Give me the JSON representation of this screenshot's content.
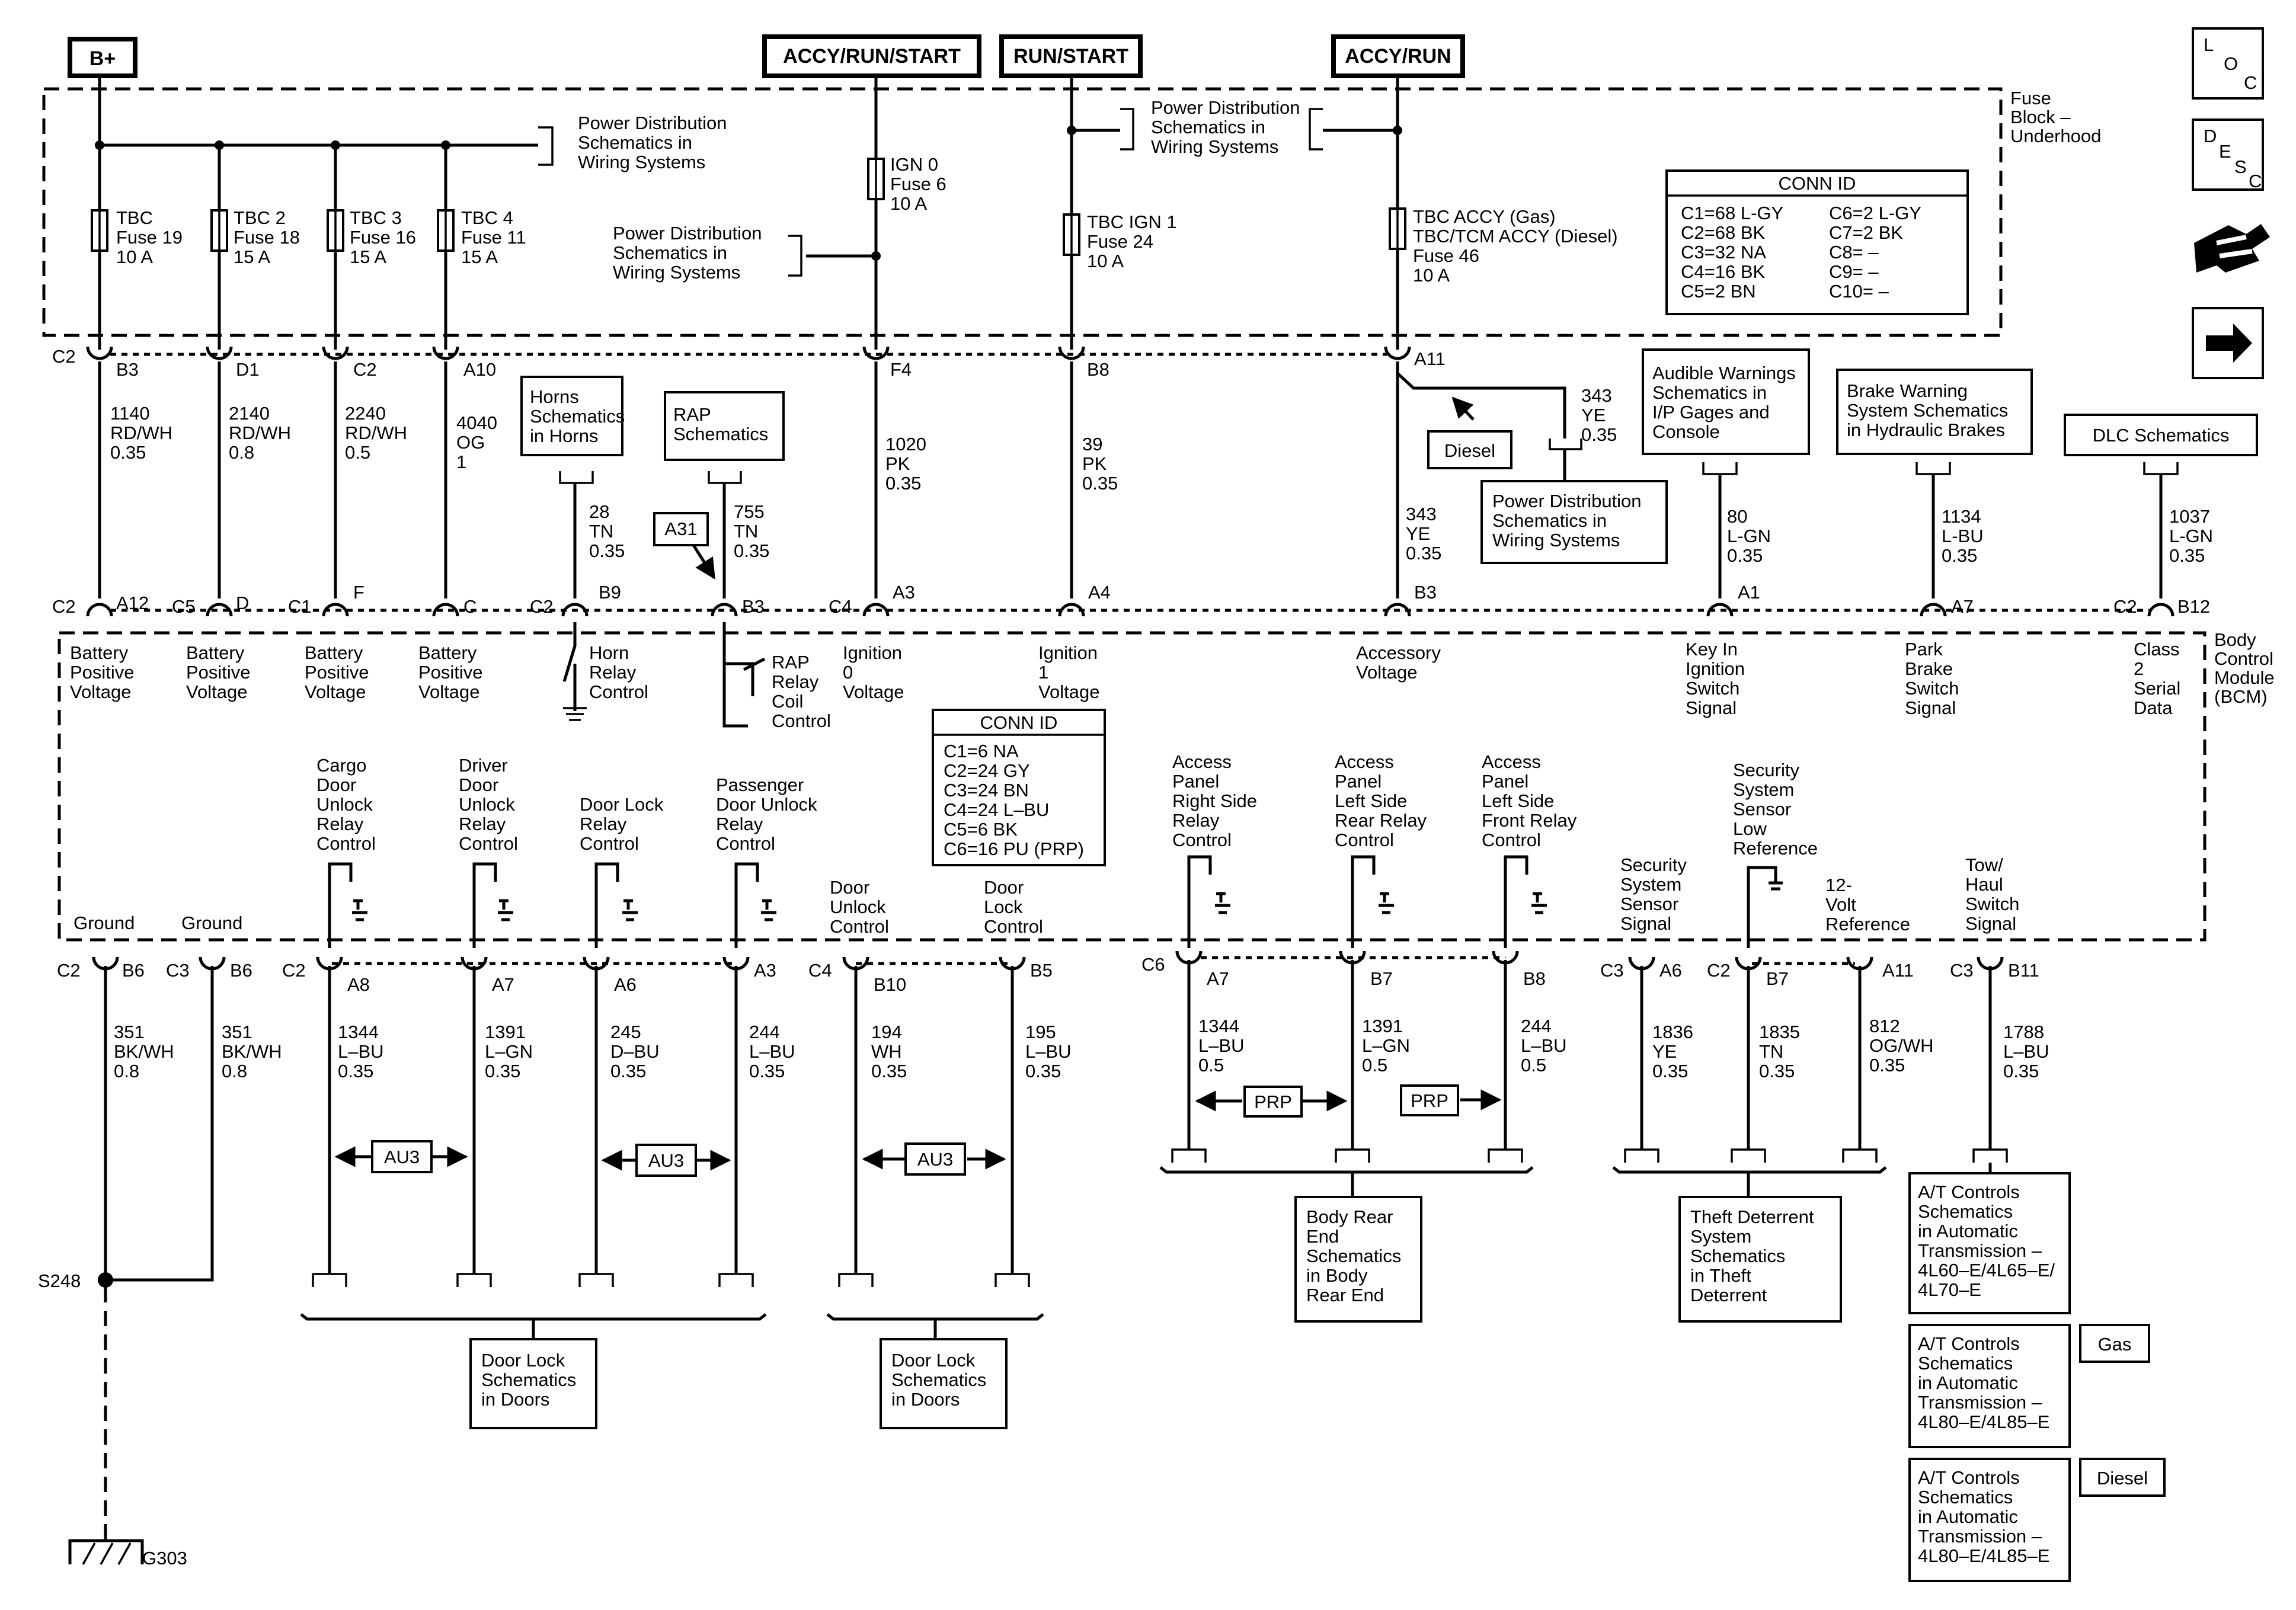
{
  "power_sources": [
    "B+",
    "ACCY/RUN/START",
    "RUN/START",
    "ACCY/RUN"
  ],
  "fuse_block": {
    "label": [
      "Fuse",
      "Block –",
      "Underhood"
    ],
    "fuses": [
      [
        "TBC",
        "Fuse 19",
        "10 A"
      ],
      [
        "TBC 2",
        "Fuse 18",
        "15 A"
      ],
      [
        "TBC 3",
        "Fuse 16",
        "15 A"
      ],
      [
        "TBC 4",
        "Fuse 11",
        "15 A"
      ],
      [
        "IGN 0",
        "Fuse 6",
        "10 A"
      ],
      [
        "TBC IGN 1",
        "Fuse 24",
        "10 A"
      ],
      [
        "TBC ACCY (Gas)",
        "TBC/TCM ACCY (Diesel)",
        "Fuse 46",
        "10 A"
      ]
    ],
    "power_refs": [
      [
        "Power Distribution",
        "Schematics in",
        "Wiring Systems"
      ],
      [
        "Power Distribution",
        "Schematics in",
        "Wiring Systems"
      ],
      [
        "Power Distribution",
        "Schematics in",
        "Wiring Systems"
      ]
    ],
    "conn_id_title": "CONN ID",
    "conn_id_left": [
      "C1=68 L-GY",
      "C2=68 BK",
      "C3=32 NA",
      "C4=16 BK",
      "C5=2 BN"
    ],
    "conn_id_right": [
      "C6=2 L-GY",
      "C7=2 BK",
      "C8= –",
      "C9= –",
      "C10= –"
    ],
    "fb_connectors": [
      [
        "C2",
        "B3"
      ],
      [
        "",
        "D1"
      ],
      [
        "",
        "C2"
      ],
      [
        "",
        "A10"
      ],
      [
        "",
        "F4"
      ],
      [
        "",
        "B8"
      ],
      [
        "",
        "A11"
      ]
    ]
  },
  "nav_icons": [
    "L",
    "O",
    "C",
    "D",
    "E",
    "S",
    "C"
  ],
  "upper_wires": [
    [
      "1140",
      "RD/WH",
      "0.35"
    ],
    [
      "2140",
      "RD/WH",
      "0.8"
    ],
    [
      "2240",
      "RD/WH",
      "0.5"
    ],
    [
      "4040",
      "OG",
      "1"
    ],
    [
      "28",
      "TN",
      "0.35"
    ],
    [
      "755",
      "TN",
      "0.35"
    ],
    [
      "1020",
      "PK",
      "0.35"
    ],
    [
      "39",
      "PK",
      "0.35"
    ],
    [
      "343",
      "YE",
      "0.35"
    ],
    [
      "343",
      "YE",
      "0.35"
    ],
    [
      "80",
      "L-GN",
      "0.35"
    ],
    [
      "1134",
      "L-BU",
      "0.35"
    ],
    [
      "1037",
      "L-GN",
      "0.35"
    ]
  ],
  "upper_refs": {
    "horns": [
      "Horns",
      "Schematics",
      "in Horns"
    ],
    "rap": [
      "RAP",
      "Schematics"
    ],
    "a31": "A31",
    "diesel": "Diesel",
    "power_dist": [
      "Power Distribution",
      "Schematics in",
      "Wiring Systems"
    ],
    "audible": [
      "Audible Warnings",
      "Schematics in",
      "I/P Gages and",
      "Console"
    ],
    "brake": [
      "Brake Warning",
      "System Schematics",
      "in Hydraulic Brakes"
    ],
    "dlc": "DLC Schematics"
  },
  "bcm_connectors_top": [
    [
      "C2",
      "A12"
    ],
    [
      "C5",
      "D"
    ],
    [
      "C1",
      "F"
    ],
    [
      "",
      "C"
    ],
    [
      "C2",
      "B9"
    ],
    [
      "",
      "B3"
    ],
    [
      "C4",
      "A3"
    ],
    [
      "",
      "A4"
    ],
    [
      "",
      "B3"
    ],
    [
      "",
      "A1"
    ],
    [
      "",
      "A7"
    ],
    [
      "C2",
      "B12"
    ]
  ],
  "bcm": {
    "label": [
      "Body",
      "Control",
      "Module",
      "(BCM)"
    ],
    "top_functions": [
      [
        "Battery",
        "Positive",
        "Voltage"
      ],
      [
        "Battery",
        "Positive",
        "Voltage"
      ],
      [
        "Battery",
        "Positive",
        "Voltage"
      ],
      [
        "Battery",
        "Positive",
        "Voltage"
      ],
      [
        "Horn",
        "Relay",
        "Control"
      ],
      [
        "RAP",
        "Relay",
        "Coil",
        "Control"
      ],
      [
        "Ignition",
        "0",
        "Voltage"
      ],
      [
        "Ignition",
        "1",
        "Voltage"
      ],
      [
        "Accessory",
        "Voltage"
      ],
      [
        "Key In",
        "Ignition",
        "Switch",
        "Signal"
      ],
      [
        "Park",
        "Brake",
        "Switch",
        "Signal"
      ],
      [
        "Class",
        "2",
        "Serial",
        "Data"
      ]
    ],
    "conn_id_title": "CONN ID",
    "conn_id": [
      "C1=6 NA",
      "C2=24 GY",
      "C3=24 BN",
      "C4=24 L–BU",
      "C5=6 BK",
      "C6=16 PU (PRP)"
    ],
    "bottom_functions": [
      [
        "Ground"
      ],
      [
        "Ground"
      ],
      [
        "Cargo",
        "Door",
        "Unlock",
        "Relay",
        "Control"
      ],
      [
        "Driver",
        "Door",
        "Unlock",
        "Relay",
        "Control"
      ],
      [
        "Door Lock",
        "Relay",
        "Control"
      ],
      [
        "Passenger",
        "Door Unlock",
        "Relay",
        "Control"
      ],
      [
        "Door",
        "Unlock",
        "Control"
      ],
      [
        "Door",
        "Lock",
        "Control"
      ],
      [
        "Access",
        "Panel",
        "Right Side",
        "Relay",
        "Control"
      ],
      [
        "Access",
        "Panel",
        "Left Side",
        "Rear Relay",
        "Control"
      ],
      [
        "Access",
        "Panel",
        "Left Side",
        "Front Relay",
        "Control"
      ],
      [
        "Security",
        "System",
        "Sensor",
        "Signal"
      ],
      [
        "Security",
        "System",
        "Sensor",
        "Low",
        "Reference"
      ],
      [
        "12-",
        "Volt",
        "Reference"
      ],
      [
        "Tow/",
        "Haul",
        "Switch",
        "Signal"
      ]
    ]
  },
  "bcm_connectors_bottom": [
    [
      "C2",
      "B6"
    ],
    [
      "C3",
      "B6"
    ],
    [
      "C2",
      "A8"
    ],
    [
      "",
      "A7"
    ],
    [
      "",
      "A6"
    ],
    [
      "",
      "A3"
    ],
    [
      "C4",
      "B10"
    ],
    [
      "",
      "B5"
    ],
    [
      "C6",
      "A7"
    ],
    [
      "",
      "B7"
    ],
    [
      "",
      "B8"
    ],
    [
      "C3",
      "A6"
    ],
    [
      "C2",
      "B7"
    ],
    [
      "",
      "A11"
    ],
    [
      "C3",
      "B11"
    ]
  ],
  "lower_wires": [
    [
      "351",
      "BK/WH",
      "0.8"
    ],
    [
      "351",
      "BK/WH",
      "0.8"
    ],
    [
      "1344",
      "L–BU",
      "0.35"
    ],
    [
      "1391",
      "L–GN",
      "0.35"
    ],
    [
      "245",
      "D–BU",
      "0.35"
    ],
    [
      "244",
      "L–BU",
      "0.35"
    ],
    [
      "194",
      "WH",
      "0.35"
    ],
    [
      "195",
      "L–BU",
      "0.35"
    ],
    [
      "1344",
      "L–BU",
      "0.5"
    ],
    [
      "1391",
      "L–GN",
      "0.5"
    ],
    [
      "244",
      "L–BU",
      "0.5"
    ],
    [
      "1836",
      "YE",
      "0.35"
    ],
    [
      "1835",
      "TN",
      "0.35"
    ],
    [
      "812",
      "OG/WH",
      "0.35"
    ],
    [
      "1788",
      "L–BU",
      "0.35"
    ]
  ],
  "options": [
    "AU3",
    "AU3",
    "AU3",
    "PRP",
    "PRP"
  ],
  "splice": "S248",
  "ground": "G303",
  "lower_refs": {
    "door_lock_1": [
      "Door Lock",
      "Schematics",
      "in Doors"
    ],
    "door_lock_2": [
      "Door Lock",
      "Schematics",
      "in Doors"
    ],
    "body_rear": [
      "Body Rear",
      "End",
      "Schematics",
      "in Body",
      "Rear End"
    ],
    "theft": [
      "Theft Deterrent",
      "System",
      "Schematics",
      "in Theft",
      "Deterrent"
    ],
    "at1": [
      "A/T Controls",
      "Schematics",
      "in Automatic",
      "Transmission –",
      "4L60–E/4L65–E/",
      "4L70–E"
    ],
    "at2": [
      "A/T Controls",
      "Schematics",
      "in Automatic",
      "Transmission –",
      "4L80–E/4L85–E"
    ],
    "at3": [
      "A/T Controls",
      "Schematics",
      "in Automatic",
      "Transmission –",
      "4L80–E/4L85–E"
    ],
    "gas": "Gas",
    "diesel": "Diesel"
  }
}
